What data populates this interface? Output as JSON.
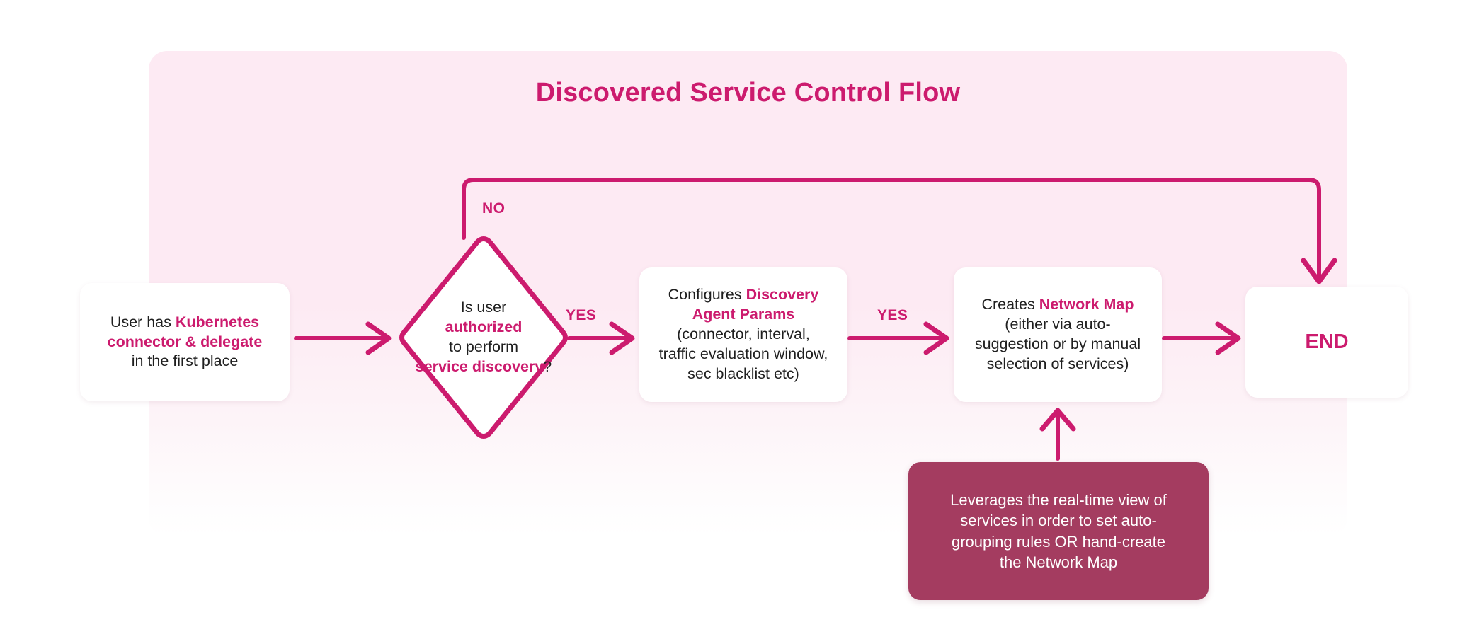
{
  "page": {
    "background": "#ffffff",
    "panel_color": "#fdeaf3",
    "accent": "#cc1b6e",
    "note_color": "#a43c60",
    "title": "Discovered Service Control Flow"
  },
  "nodes": {
    "start": {
      "name": "start-box",
      "lines": [
        {
          "text": "User has ",
          "highlight": false
        },
        {
          "text": "Kubernetes",
          "highlight": true
        },
        {
          "text": "connector & delegate",
          "highlight": true
        },
        {
          "text": "in the first place",
          "highlight": false
        }
      ],
      "plain_text": "User has Kubernetes connector & delegate in the first place"
    },
    "decision": {
      "name": "decision-diamond",
      "plain_text": "Is user authorized to perform service discovery?",
      "line1": "Is user",
      "line2": "authorized",
      "line3": "to perform",
      "line4": "service discovery",
      "line4_suffix": "?"
    },
    "params": {
      "name": "configure-params-box",
      "plain_text": "Configures Discovery Agent Params (connector, interval, traffic evaluation window, sec blacklist etc)",
      "lead": "Configures ",
      "highlight1": "Discovery",
      "highlight2": "Agent Params",
      "line3": "(connector, interval,",
      "line4": "traffic evaluation window,",
      "line5": "sec blacklist etc)"
    },
    "netmap": {
      "name": "create-network-map-box",
      "plain_text": "Creates Network Map (either via auto-suggestion or by manual selection of services)",
      "lead": "Creates ",
      "highlight": "Network Map",
      "line2": "(either via auto-",
      "line3": "suggestion or by manual",
      "line4": "selection of services)"
    },
    "end": {
      "name": "end-box",
      "label": "END"
    },
    "note": {
      "name": "note-box",
      "plain_text": "Leverages the real-time view of services in order to set auto-grouping rules OR hand-create the Network Map",
      "line1": "Leverages the real-time view of",
      "line2": "services in order to set auto-",
      "line3": "grouping rules OR hand-create",
      "line4": "the Network Map"
    }
  },
  "edges": {
    "start_to_decision": {
      "label": "",
      "from": "start",
      "to": "decision"
    },
    "decision_no": {
      "label": "NO",
      "from": "decision",
      "to": "end"
    },
    "decision_yes": {
      "label": "YES",
      "from": "decision",
      "to": "params"
    },
    "params_to_netmap": {
      "label": "YES",
      "from": "params",
      "to": "netmap"
    },
    "netmap_to_end": {
      "label": "",
      "from": "netmap",
      "to": "end"
    },
    "note_to_netmap": {
      "label": "",
      "from": "note",
      "to": "netmap"
    }
  }
}
